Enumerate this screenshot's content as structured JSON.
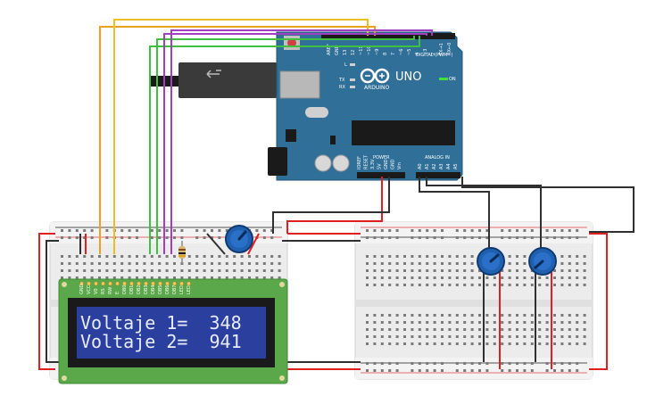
{
  "arduino": {
    "brand": "ARDUINO",
    "model": "UNO",
    "digital_header": "DIGITAL (PWM~)",
    "power_header": "POWER",
    "analog_header": "ANALOG IN",
    "led_l": "L",
    "led_tx": "TX",
    "led_rx": "RX",
    "on_label": "ON",
    "analog_pins": [
      "A0",
      "A1",
      "A2",
      "A3",
      "A4",
      "A5"
    ],
    "power_pins": [
      "IOREF",
      "RESET",
      "3.3V",
      "5V",
      "GND",
      "GND",
      "Vin"
    ],
    "digital_pins": [
      "AREF",
      "GND",
      "13",
      "12",
      "~11",
      "~10",
      "~9",
      "8",
      "7",
      "~6",
      "~5",
      "4",
      "~3",
      "2",
      "TX→1",
      "RX←0"
    ]
  },
  "lcd": {
    "line1": "Voltaje 1=  348",
    "line2": "Voltaje 2=  941",
    "pin_labels": [
      "GND",
      "VCC",
      "V0",
      "RS",
      "RW",
      "E",
      "DB0",
      "DB1",
      "DB2",
      "DB3",
      "DB4",
      "DB5",
      "DB6",
      "DB7",
      "LED",
      "LED"
    ]
  },
  "colors": {
    "arduino_board": "#2f6f98",
    "lcd_pcb": "#5aa84a",
    "lcd_screen": "#2b3f9e",
    "breadboard": "#ececec",
    "wire_red": "#e02020",
    "wire_black": "#303030",
    "wire_orange": "#f0a020",
    "wire_yellow": "#e8c020",
    "wire_green": "#40c040",
    "wire_purple": "#a040c0",
    "potentiometer": "#2060b0"
  }
}
